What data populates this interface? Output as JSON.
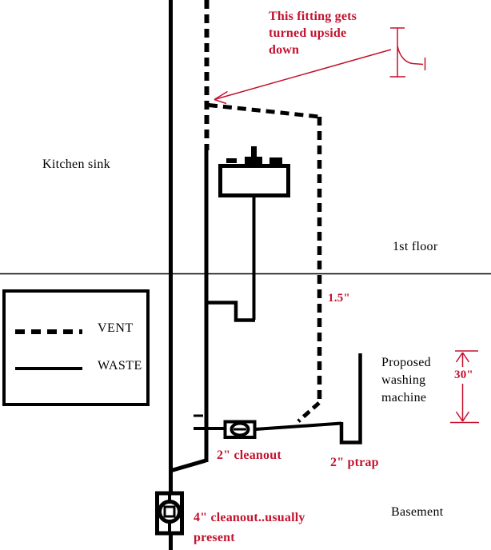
{
  "colors": {
    "ink": "#000000",
    "annotation": "#c4122f",
    "background": "#ffffff"
  },
  "labels": {
    "kitchen_sink": "Kitchen sink",
    "first_floor": "1st floor",
    "washing_machine": "Proposed\nwashing\nmachine",
    "basement": "Basement"
  },
  "annotations": {
    "fitting_note": "This fitting gets\nturned upside\ndown",
    "pipe_size": "1.5\"",
    "dimension": "30\"",
    "cleanout_2in": "2\" cleanout",
    "ptrap_2in": "2\" ptrap",
    "cleanout_4in": "4\" cleanout..usually\npresent"
  },
  "legend": {
    "items": [
      {
        "label": "VENT",
        "style": "dashed"
      },
      {
        "label": "WASTE",
        "style": "solid"
      }
    ]
  }
}
